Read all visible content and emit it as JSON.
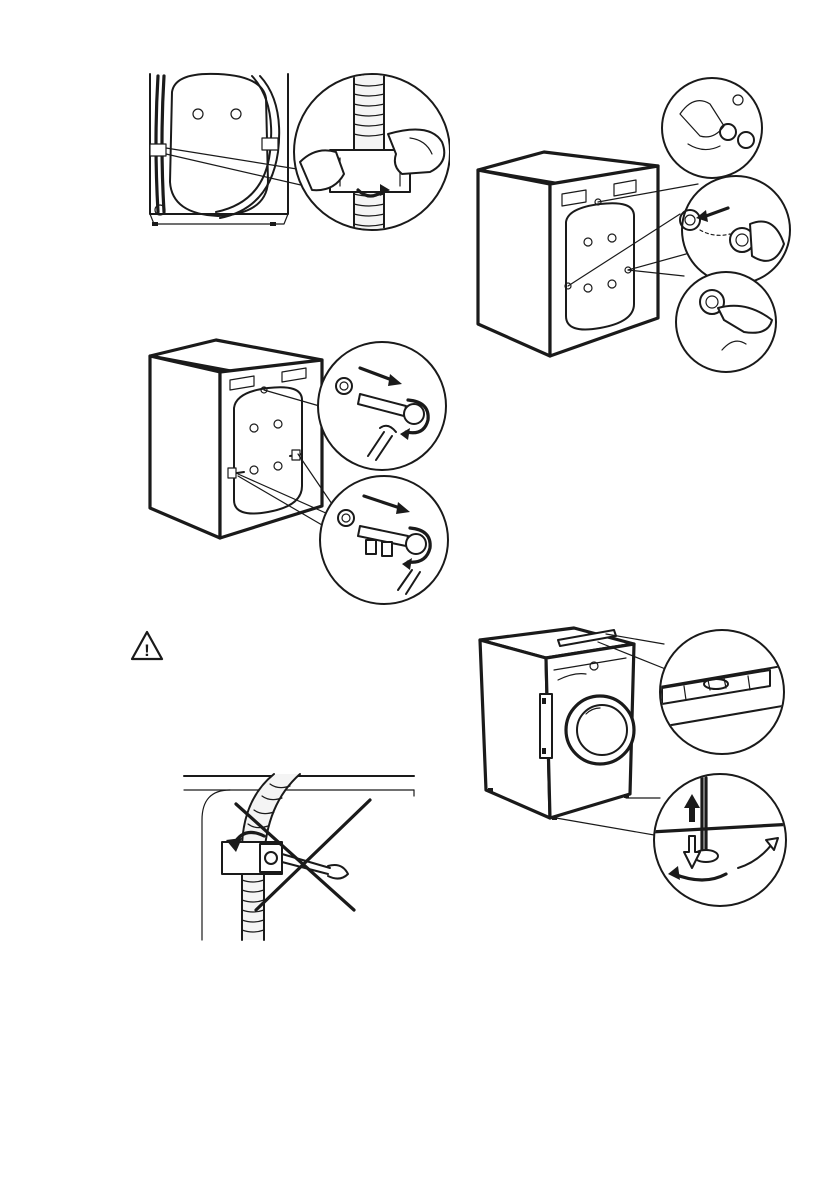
{
  "document": {
    "figures": [
      {
        "id": "fig-1",
        "icon": "hose-bracket-removal"
      },
      {
        "id": "fig-2",
        "icon": "transit-bolt-removal"
      },
      {
        "id": "fig-3",
        "icon": "transit-bolt-removal-wrench"
      },
      {
        "id": "fig-4",
        "icon": "hose-clamp-do-not"
      },
      {
        "id": "fig-5",
        "icon": "levelling-feet-adjust"
      }
    ],
    "warning": {
      "icon": "warning-triangle-icon",
      "symbol": "!"
    },
    "colors": {
      "ink": "#1a1a1a",
      "paper": "#ffffff",
      "shade": "#f4f4f4"
    }
  }
}
